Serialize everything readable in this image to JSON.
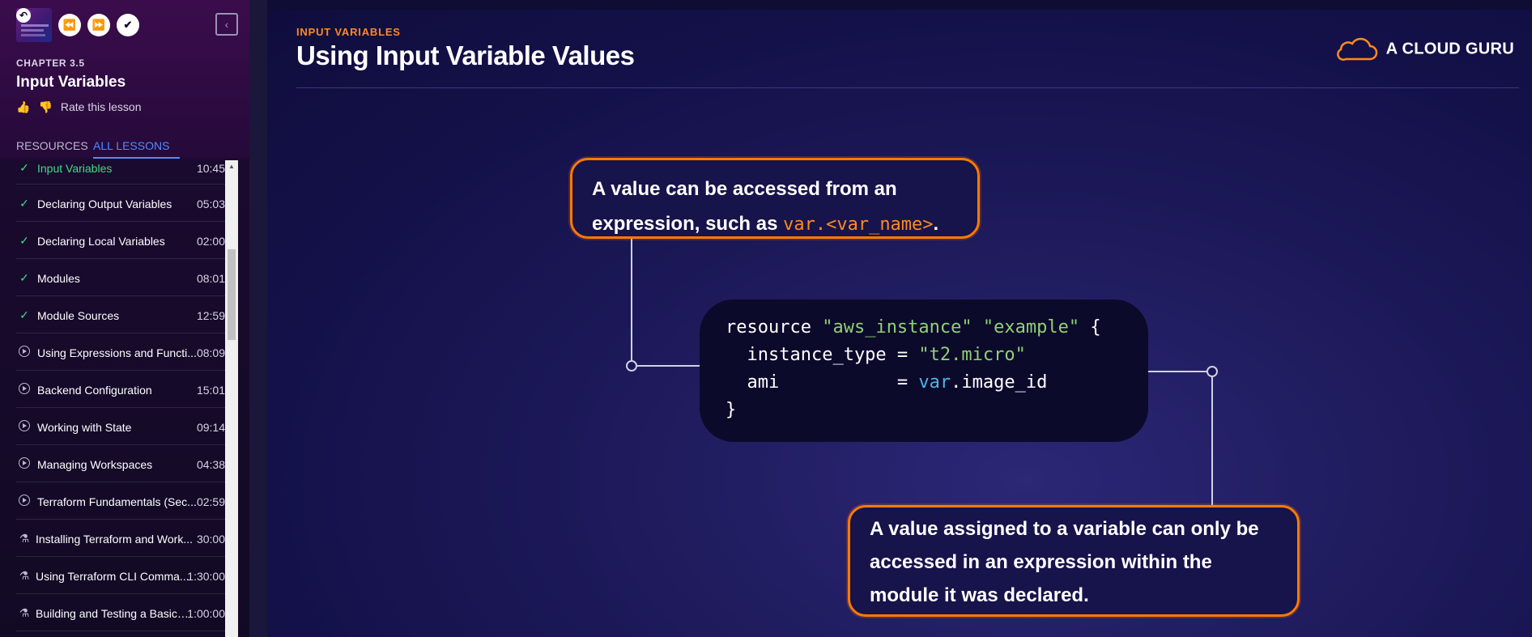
{
  "sidebar": {
    "chapter": "CHAPTER 3.5",
    "title": "Input Variables",
    "rate_label": "Rate this lesson",
    "tabs": [
      "RESOURCES",
      "ALL LESSONS"
    ],
    "lessons": [
      {
        "label": "Input Variables",
        "duration": "10:45",
        "icon": "check-icon",
        "status": "active"
      },
      {
        "label": "Declaring Output Variables",
        "duration": "05:03",
        "icon": "check-icon",
        "status": "done"
      },
      {
        "label": "Declaring Local Variables",
        "duration": "02:00",
        "icon": "check-icon",
        "status": "done"
      },
      {
        "label": "Modules",
        "duration": "08:01",
        "icon": "check-icon",
        "status": "done"
      },
      {
        "label": "Module Sources",
        "duration": "12:59",
        "icon": "check-icon",
        "status": "done"
      },
      {
        "label": "Using Expressions and Functi...",
        "duration": "08:09",
        "icon": "play-icon",
        "status": "todo"
      },
      {
        "label": "Backend Configuration",
        "duration": "15:01",
        "icon": "play-icon",
        "status": "todo"
      },
      {
        "label": "Working with State",
        "duration": "09:14",
        "icon": "play-icon",
        "status": "todo"
      },
      {
        "label": "Managing Workspaces",
        "duration": "04:38",
        "icon": "play-icon",
        "status": "todo"
      },
      {
        "label": "Terraform Fundamentals (Sec...",
        "duration": "02:59",
        "icon": "play-icon",
        "status": "todo"
      },
      {
        "label": "Installing Terraform and Work...",
        "duration": "30:00",
        "icon": "flask-icon",
        "status": "lab"
      },
      {
        "label": "Using Terraform CLI Comma...",
        "duration": "1:30:00",
        "icon": "flask-icon",
        "status": "lab"
      },
      {
        "label": "Building and Testing a Basic ...",
        "duration": "1:00:00",
        "icon": "flask-icon",
        "status": "lab"
      }
    ]
  },
  "slide": {
    "kicker": "INPUT VARIABLES",
    "title": "Using Input Variable Values",
    "brand": "A CLOUD GURU",
    "callout_top": {
      "line1": "A value can be accessed from an",
      "line2_prefix": "expression, such as ",
      "code": "var.<var_name>",
      "line2_suffix": "."
    },
    "callout_bottom": {
      "line1": "A value assigned to a variable can only be",
      "line2": "accessed in an expression within the",
      "line3": "module it was declared."
    },
    "code": {
      "l1_kw": "resource",
      "l1_s1": "\"aws_instance\"",
      "l1_s2": "\"example\"",
      "l1_end": "{",
      "l2_key": "  instance_type = ",
      "l2_val": "\"t2.micro\"",
      "l3_key": "  ami           = ",
      "l3_var": "var",
      "l3_rest": ".image_id",
      "l4": "}"
    }
  },
  "colors": {
    "accent": "#ff7a00",
    "active_lesson": "#3ddc84",
    "tab_active": "#4f8cff",
    "code_string": "#8fd172",
    "code_var": "#4fb3e8"
  }
}
